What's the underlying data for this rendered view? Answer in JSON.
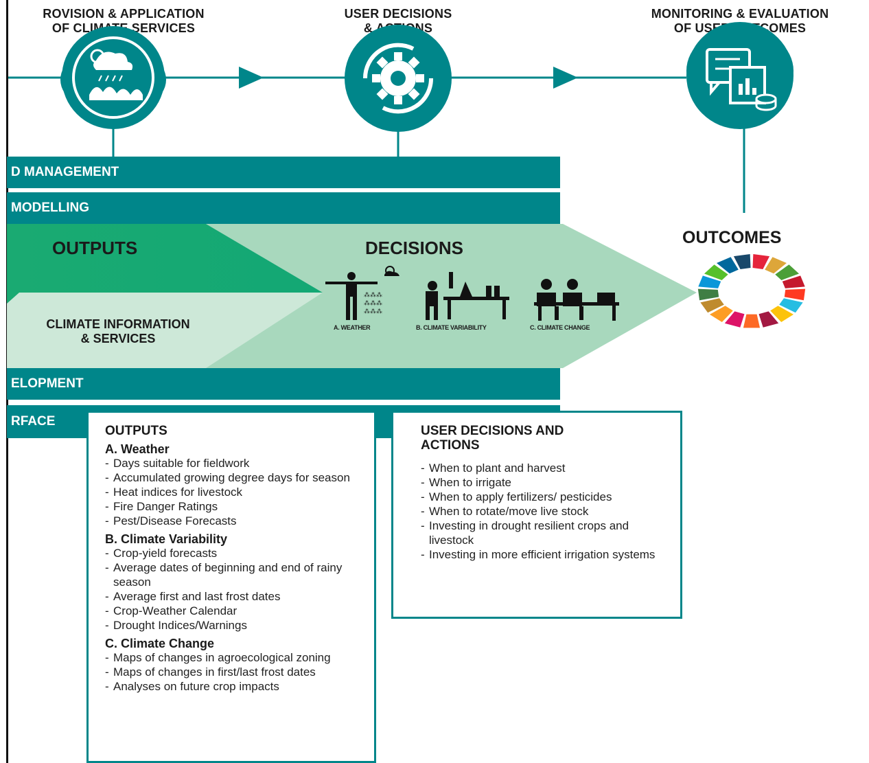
{
  "headings": {
    "provision": "ROVISION & APPLICATION\nOF CLIMATE SERVICES",
    "decisions": "USER DECISIONS\n& ACTIONS",
    "monitoring": "MONITORING & EVALUATION\nOF USER OUTCOMES"
  },
  "bands": {
    "management": "D MANAGEMENT",
    "modelling": "MODELLING",
    "development": "ELOPMENT",
    "interface": "RFACE"
  },
  "flow": {
    "outputs": "OUTPUTS",
    "climate_info": "CLIMATE INFORMATION\n& SERVICES",
    "decisions": "DECISIONS",
    "outcomes": "OUTCOMES",
    "icon_weather": "A. WEATHER",
    "icon_variability": "B. CLIMATE VARIABILITY",
    "icon_change": "C. CLIMATE CHANGE"
  },
  "outputs_box": {
    "title": "OUTPUTS",
    "sections": [
      {
        "heading": "A. Weather",
        "items": [
          "Days suitable for fieldwork",
          "Accumulated growing degree days for season",
          "Heat indices for livestock",
          "Fire Danger Ratings",
          "Pest/Disease Forecasts"
        ]
      },
      {
        "heading": "B. Climate Variability",
        "items": [
          "Crop-yield forecasts",
          "Average dates of beginning and end of rainy season",
          "Average first and last frost dates",
          "Crop-Weather Calendar",
          "Drought Indices/Warnings"
        ]
      },
      {
        "heading": "C. Climate Change",
        "items": [
          "Maps of changes in agroecological zoning",
          "Maps of changes in first/last frost dates",
          "Analyses on future crop impacts"
        ]
      }
    ]
  },
  "decisions_box": {
    "title": "USER DECISIONS AND\nACTIONS",
    "items": [
      "When to plant and harvest",
      "When to irrigate",
      "When to apply fertilizers/ pesticides",
      "When to rotate/move live stock",
      "Investing in drought resilient crops and livestock",
      "Investing in more efficient irrigation systems"
    ]
  },
  "colors": {
    "teal": "#00868a",
    "green": "#1aaa72",
    "light_green": "#cde8d8",
    "pale_green": "#a8d8bd"
  },
  "sdg_colors": [
    "#e5243b",
    "#dda63a",
    "#4c9f38",
    "#c5192d",
    "#ff3a21",
    "#26bde2",
    "#fcc30b",
    "#a21942",
    "#fd6925",
    "#dd1367",
    "#fd9d24",
    "#bf8b2e",
    "#3f7e44",
    "#0a97d9",
    "#56c02b",
    "#00689d",
    "#19486a"
  ]
}
